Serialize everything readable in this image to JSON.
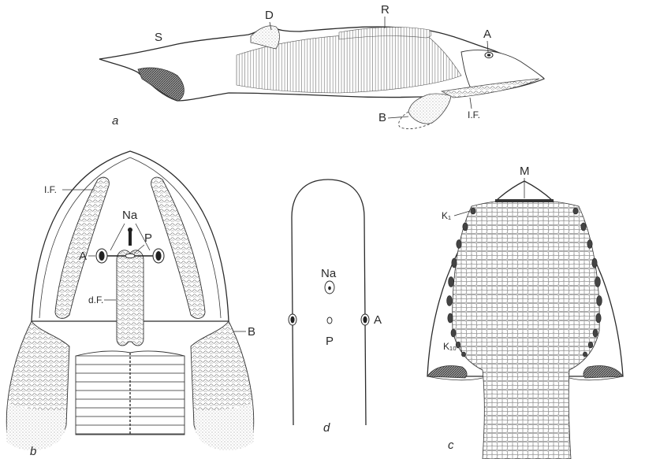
{
  "panels": {
    "a": {
      "letter": "a",
      "labels": {
        "S": "S",
        "D": "D",
        "R": "R",
        "A": "A",
        "B": "B",
        "IF": "I.F."
      }
    },
    "b": {
      "letter": "b",
      "labels": {
        "IF": "I.F.",
        "Na": "Na",
        "P": "P",
        "A": "A",
        "dF": "d.F.",
        "B": "B"
      }
    },
    "d": {
      "letter": "d",
      "labels": {
        "Na": "Na",
        "A": "A",
        "P": "P"
      }
    },
    "c": {
      "letter": "c",
      "labels": {
        "M": "M",
        "K1": "K₁",
        "K10": "K₁₀"
      }
    }
  }
}
